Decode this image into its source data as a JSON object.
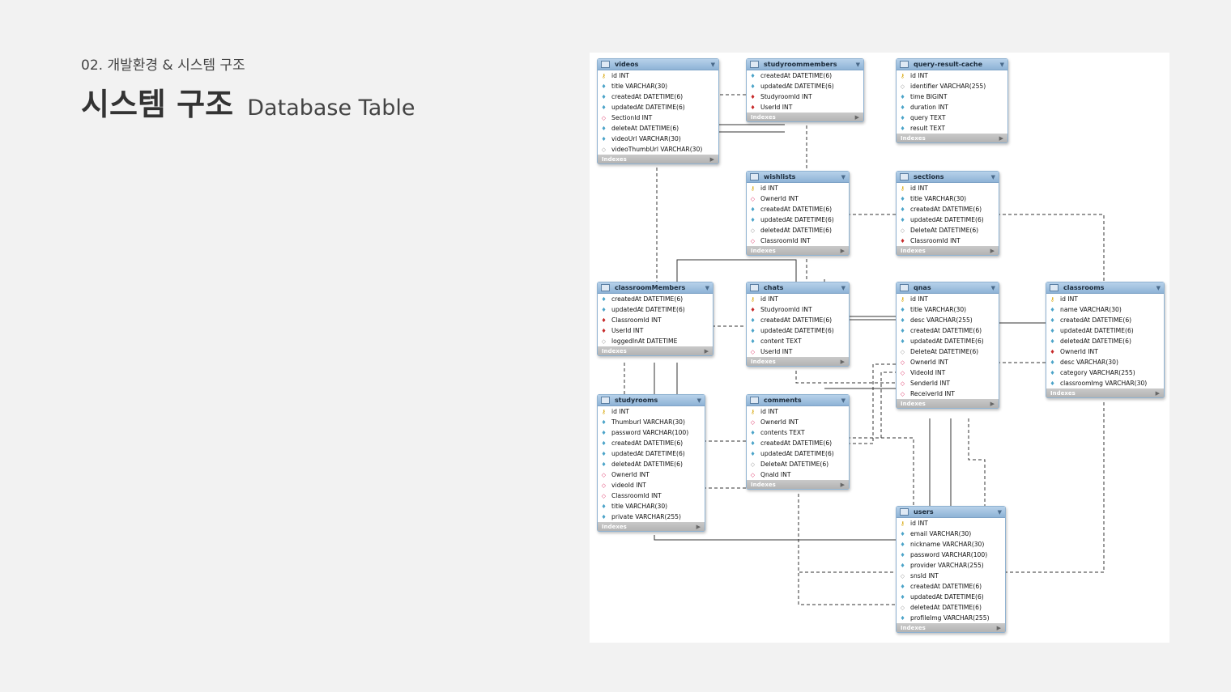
{
  "page": {
    "subtitle": "02. 개발환경 & 시스템 구조",
    "title_ko": "시스템 구조",
    "title_en": "Database Table"
  },
  "diagram": {
    "indexes_label": "Indexes",
    "tables": [
      {
        "name": "videos",
        "columns": [
          {
            "text": "id INT",
            "icon": "pk"
          },
          {
            "text": "title VARCHAR(30)",
            "icon": "col"
          },
          {
            "text": "createdAt DATETIME(6)",
            "icon": "col"
          },
          {
            "text": "updatedAt DATETIME(6)",
            "icon": "col"
          },
          {
            "text": "SectionId INT",
            "icon": "fkn"
          },
          {
            "text": "deleteAt DATETIME(6)",
            "icon": "col"
          },
          {
            "text": "videoUrl VARCHAR(30)",
            "icon": "col"
          },
          {
            "text": "videoThumbUrl VARCHAR(30)",
            "icon": "nul"
          }
        ]
      },
      {
        "name": "studyroommembers",
        "columns": [
          {
            "text": "createdAt DATETIME(6)",
            "icon": "col"
          },
          {
            "text": "updatedAt DATETIME(6)",
            "icon": "col"
          },
          {
            "text": "StudyroomId INT",
            "icon": "fk"
          },
          {
            "text": "UserId INT",
            "icon": "fk"
          }
        ]
      },
      {
        "name": "query-result-cache",
        "columns": [
          {
            "text": "id INT",
            "icon": "pk"
          },
          {
            "text": "identifier VARCHAR(255)",
            "icon": "nul"
          },
          {
            "text": "time BIGINT",
            "icon": "col"
          },
          {
            "text": "duration INT",
            "icon": "col"
          },
          {
            "text": "query TEXT",
            "icon": "col"
          },
          {
            "text": "result TEXT",
            "icon": "col"
          }
        ]
      },
      {
        "name": "wishlists",
        "columns": [
          {
            "text": "id INT",
            "icon": "pk"
          },
          {
            "text": "OwnerId INT",
            "icon": "fkn"
          },
          {
            "text": "createdAt DATETIME(6)",
            "icon": "col"
          },
          {
            "text": "updatedAt DATETIME(6)",
            "icon": "col"
          },
          {
            "text": "deletedAt DATETIME(6)",
            "icon": "nul"
          },
          {
            "text": "ClassroomId INT",
            "icon": "fkn"
          }
        ]
      },
      {
        "name": "sections",
        "columns": [
          {
            "text": "id INT",
            "icon": "pk"
          },
          {
            "text": "title VARCHAR(30)",
            "icon": "col"
          },
          {
            "text": "createdAt DATETIME(6)",
            "icon": "col"
          },
          {
            "text": "updatedAt DATETIME(6)",
            "icon": "col"
          },
          {
            "text": "DeleteAt DATETIME(6)",
            "icon": "nul"
          },
          {
            "text": "ClassroomId INT",
            "icon": "fk"
          }
        ]
      },
      {
        "name": "classroomMembers",
        "columns": [
          {
            "text": "createdAt DATETIME(6)",
            "icon": "col"
          },
          {
            "text": "updatedAt DATETIME(6)",
            "icon": "col"
          },
          {
            "text": "ClassroomId INT",
            "icon": "fk"
          },
          {
            "text": "UserId INT",
            "icon": "fk"
          },
          {
            "text": "loggedInAt DATETIME",
            "icon": "nul"
          }
        ]
      },
      {
        "name": "chats",
        "columns": [
          {
            "text": "id INT",
            "icon": "pk"
          },
          {
            "text": "StudyroomId INT",
            "icon": "fk"
          },
          {
            "text": "createdAt DATETIME(6)",
            "icon": "col"
          },
          {
            "text": "updatedAt DATETIME(6)",
            "icon": "col"
          },
          {
            "text": "content TEXT",
            "icon": "col"
          },
          {
            "text": "UserId INT",
            "icon": "fkn"
          }
        ]
      },
      {
        "name": "qnas",
        "columns": [
          {
            "text": "id INT",
            "icon": "pk"
          },
          {
            "text": "title VARCHAR(30)",
            "icon": "col"
          },
          {
            "text": "desc VARCHAR(255)",
            "icon": "col"
          },
          {
            "text": "createdAt DATETIME(6)",
            "icon": "col"
          },
          {
            "text": "updatedAt DATETIME(6)",
            "icon": "col"
          },
          {
            "text": "DeleteAt DATETIME(6)",
            "icon": "nul"
          },
          {
            "text": "OwnerId INT",
            "icon": "fkn"
          },
          {
            "text": "VideoId INT",
            "icon": "fkn"
          },
          {
            "text": "SenderId INT",
            "icon": "fkn"
          },
          {
            "text": "ReceiverId INT",
            "icon": "fkn"
          }
        ]
      },
      {
        "name": "classrooms",
        "columns": [
          {
            "text": "id INT",
            "icon": "pk"
          },
          {
            "text": "name VARCHAR(30)",
            "icon": "col"
          },
          {
            "text": "createdAt DATETIME(6)",
            "icon": "col"
          },
          {
            "text": "updatedAt DATETIME(6)",
            "icon": "col"
          },
          {
            "text": "deletedAt DATETIME(6)",
            "icon": "col"
          },
          {
            "text": "OwnerId INT",
            "icon": "fk"
          },
          {
            "text": "desc VARCHAR(30)",
            "icon": "col"
          },
          {
            "text": "category VARCHAR(255)",
            "icon": "col"
          },
          {
            "text": "classroomImg VARCHAR(30)",
            "icon": "col"
          }
        ]
      },
      {
        "name": "studyrooms",
        "columns": [
          {
            "text": "id INT",
            "icon": "pk"
          },
          {
            "text": "ThumburI VARCHAR(30)",
            "icon": "col"
          },
          {
            "text": "password VARCHAR(100)",
            "icon": "col"
          },
          {
            "text": "createdAt DATETIME(6)",
            "icon": "col"
          },
          {
            "text": "updatedAt DATETIME(6)",
            "icon": "col"
          },
          {
            "text": "deletedAt DATETIME(6)",
            "icon": "col"
          },
          {
            "text": "OwnerId INT",
            "icon": "fkn"
          },
          {
            "text": "videoId INT",
            "icon": "fkn"
          },
          {
            "text": "ClassroomId INT",
            "icon": "fkn"
          },
          {
            "text": "title VARCHAR(30)",
            "icon": "col"
          },
          {
            "text": "private VARCHAR(255)",
            "icon": "col"
          }
        ]
      },
      {
        "name": "comments",
        "columns": [
          {
            "text": "id INT",
            "icon": "pk"
          },
          {
            "text": "OwnerId INT",
            "icon": "fkn"
          },
          {
            "text": "contents TEXT",
            "icon": "col"
          },
          {
            "text": "createdAt DATETIME(6)",
            "icon": "col"
          },
          {
            "text": "updatedAt DATETIME(6)",
            "icon": "col"
          },
          {
            "text": "DeleteAt DATETIME(6)",
            "icon": "nul"
          },
          {
            "text": "QnaId INT",
            "icon": "fkn"
          }
        ]
      },
      {
        "name": "users",
        "columns": [
          {
            "text": "id INT",
            "icon": "pk"
          },
          {
            "text": "email VARCHAR(30)",
            "icon": "col"
          },
          {
            "text": "nickname VARCHAR(30)",
            "icon": "col"
          },
          {
            "text": "password VARCHAR(100)",
            "icon": "col"
          },
          {
            "text": "provider VARCHAR(255)",
            "icon": "col"
          },
          {
            "text": "snsId INT",
            "icon": "nul"
          },
          {
            "text": "createdAt DATETIME(6)",
            "icon": "col"
          },
          {
            "text": "updatedAt DATETIME(6)",
            "icon": "col"
          },
          {
            "text": "deletedAt DATETIME(6)",
            "icon": "nul"
          },
          {
            "text": "profileImg VARCHAR(255)",
            "icon": "col"
          }
        ]
      }
    ]
  }
}
